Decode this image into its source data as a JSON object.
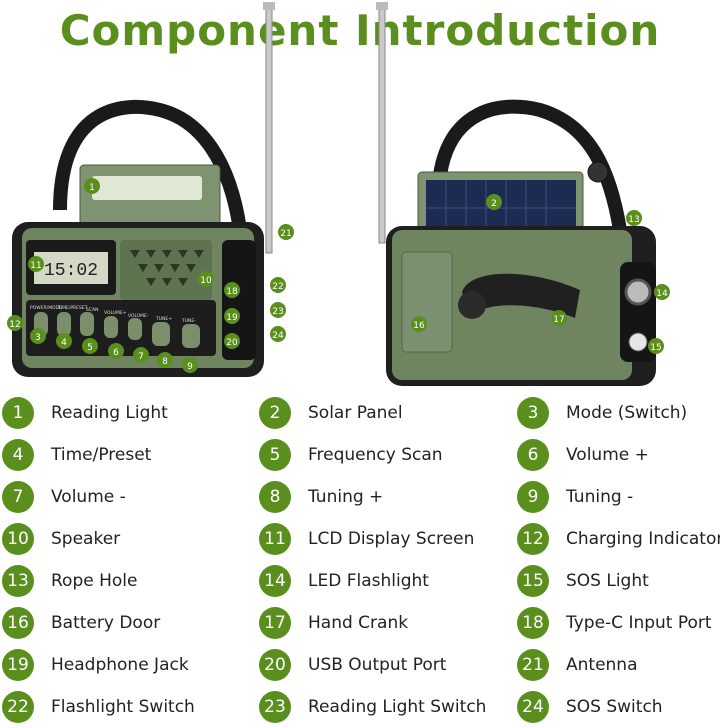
{
  "title": "Component Introduction",
  "radio_display": "15:02",
  "radio_labels": {
    "mode": "POWER/MODE",
    "time": "TIME/PRESET",
    "scan": "SCAN",
    "vol_plus": "VOLUME+",
    "vol_minus": "VOLUME-",
    "tune_plus": "TUNE+",
    "tune_minus": "TUNE-"
  },
  "components": [
    {
      "num": "1",
      "label": "Reading Light"
    },
    {
      "num": "2",
      "label": "Solar Panel"
    },
    {
      "num": "3",
      "label": "Mode (Switch)"
    },
    {
      "num": "4",
      "label": "Time/Preset"
    },
    {
      "num": "5",
      "label": "Frequency Scan"
    },
    {
      "num": "6",
      "label": "Volume +"
    },
    {
      "num": "7",
      "label": "Volume -"
    },
    {
      "num": "8",
      "label": "Tuning +"
    },
    {
      "num": "9",
      "label": "Tuning -"
    },
    {
      "num": "10",
      "label": "Speaker"
    },
    {
      "num": "11",
      "label": "LCD Display Screen"
    },
    {
      "num": "12",
      "label": "Charging Indicator"
    },
    {
      "num": "13",
      "label": "Rope Hole"
    },
    {
      "num": "14",
      "label": "LED Flashlight"
    },
    {
      "num": "15",
      "label": "SOS Light"
    },
    {
      "num": "16",
      "label": "Battery Door"
    },
    {
      "num": "17",
      "label": "Hand Crank"
    },
    {
      "num": "18",
      "label": "Type-C Input Port"
    },
    {
      "num": "19",
      "label": "Headphone Jack"
    },
    {
      "num": "20",
      "label": "USB Output Port"
    },
    {
      "num": "21",
      "label": "Antenna"
    },
    {
      "num": "22",
      "label": "Flashlight Switch"
    },
    {
      "num": "23",
      "label": "Reading Light Switch"
    },
    {
      "num": "24",
      "label": "SOS Switch"
    }
  ],
  "colors": {
    "accent": "#5a8f1e",
    "body": "#6f8560",
    "dark": "#2a2a2a"
  }
}
